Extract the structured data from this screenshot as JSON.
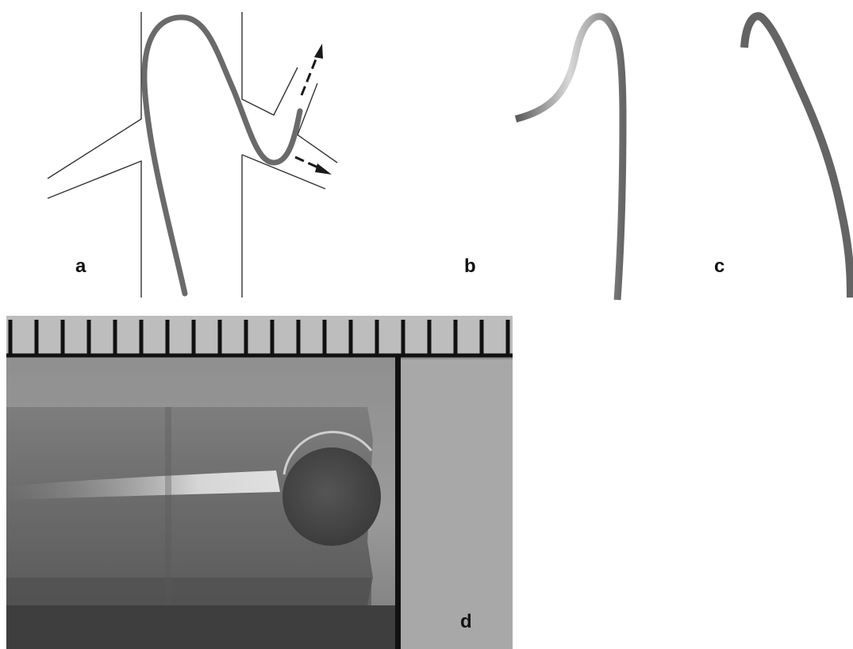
{
  "figure": {
    "panel_a": {
      "label": "a"
    },
    "panel_b": {
      "label": "b"
    },
    "panel_c": {
      "label": "c"
    },
    "panel_d": {
      "label": "d"
    }
  },
  "colors": {
    "catheter": "#6a6a6a",
    "vessel_line": "#333333",
    "arrow": "#1a1a1a",
    "photo_background": "#8f8f8f",
    "ruler": "#111111"
  },
  "icons": {
    "arrow_up": "arrow-up-right-icon",
    "arrow_down": "arrow-down-right-icon"
  }
}
